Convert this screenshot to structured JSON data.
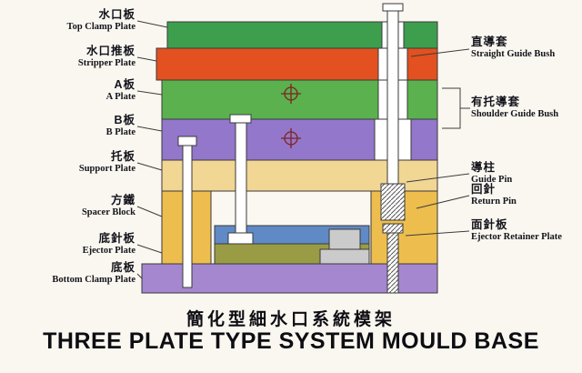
{
  "titles": {
    "zh": "簡化型細水口系統模架",
    "en": "THREE PLATE TYPE SYSTEM MOULD BASE"
  },
  "left_labels": [
    {
      "zh": "水口板",
      "en": "Top Clamp Plate"
    },
    {
      "zh": "水口推板",
      "en": "Stripper Plate"
    },
    {
      "zh": "A板",
      "en": "A Plate"
    },
    {
      "zh": "B板",
      "en": "B Plate"
    },
    {
      "zh": "托板",
      "en": "Support Plate"
    },
    {
      "zh": "方鐵",
      "en": "Spacer Block"
    },
    {
      "zh": "底針板",
      "en": "Ejector Plate"
    },
    {
      "zh": "底板",
      "en": "Bottom Clamp Plate"
    }
  ],
  "right_labels": [
    {
      "zh": "直導套",
      "en": "Straight Guide Bush"
    },
    {
      "zh": "有托導套",
      "en": "Shoulder Guide Bush"
    },
    {
      "zh": "導柱",
      "en": "Guide Pin"
    },
    {
      "zh": "回針",
      "en": "Return Pin"
    },
    {
      "zh": "面針板",
      "en": "Ejector Retainer Plate"
    }
  ],
  "colors": {
    "top_clamp": "#3d9f4e",
    "stripper": "#e2511f",
    "a_plate": "#5ab14e",
    "b_plate": "#9377cb",
    "support": "#f1d694",
    "spacer": "#edbe4e",
    "ejector_retainer": "#5f8ac5",
    "ejector_plate": "#9a9c45",
    "bottom_clamp": "#a487cf",
    "crosshair": "#7d2420"
  }
}
